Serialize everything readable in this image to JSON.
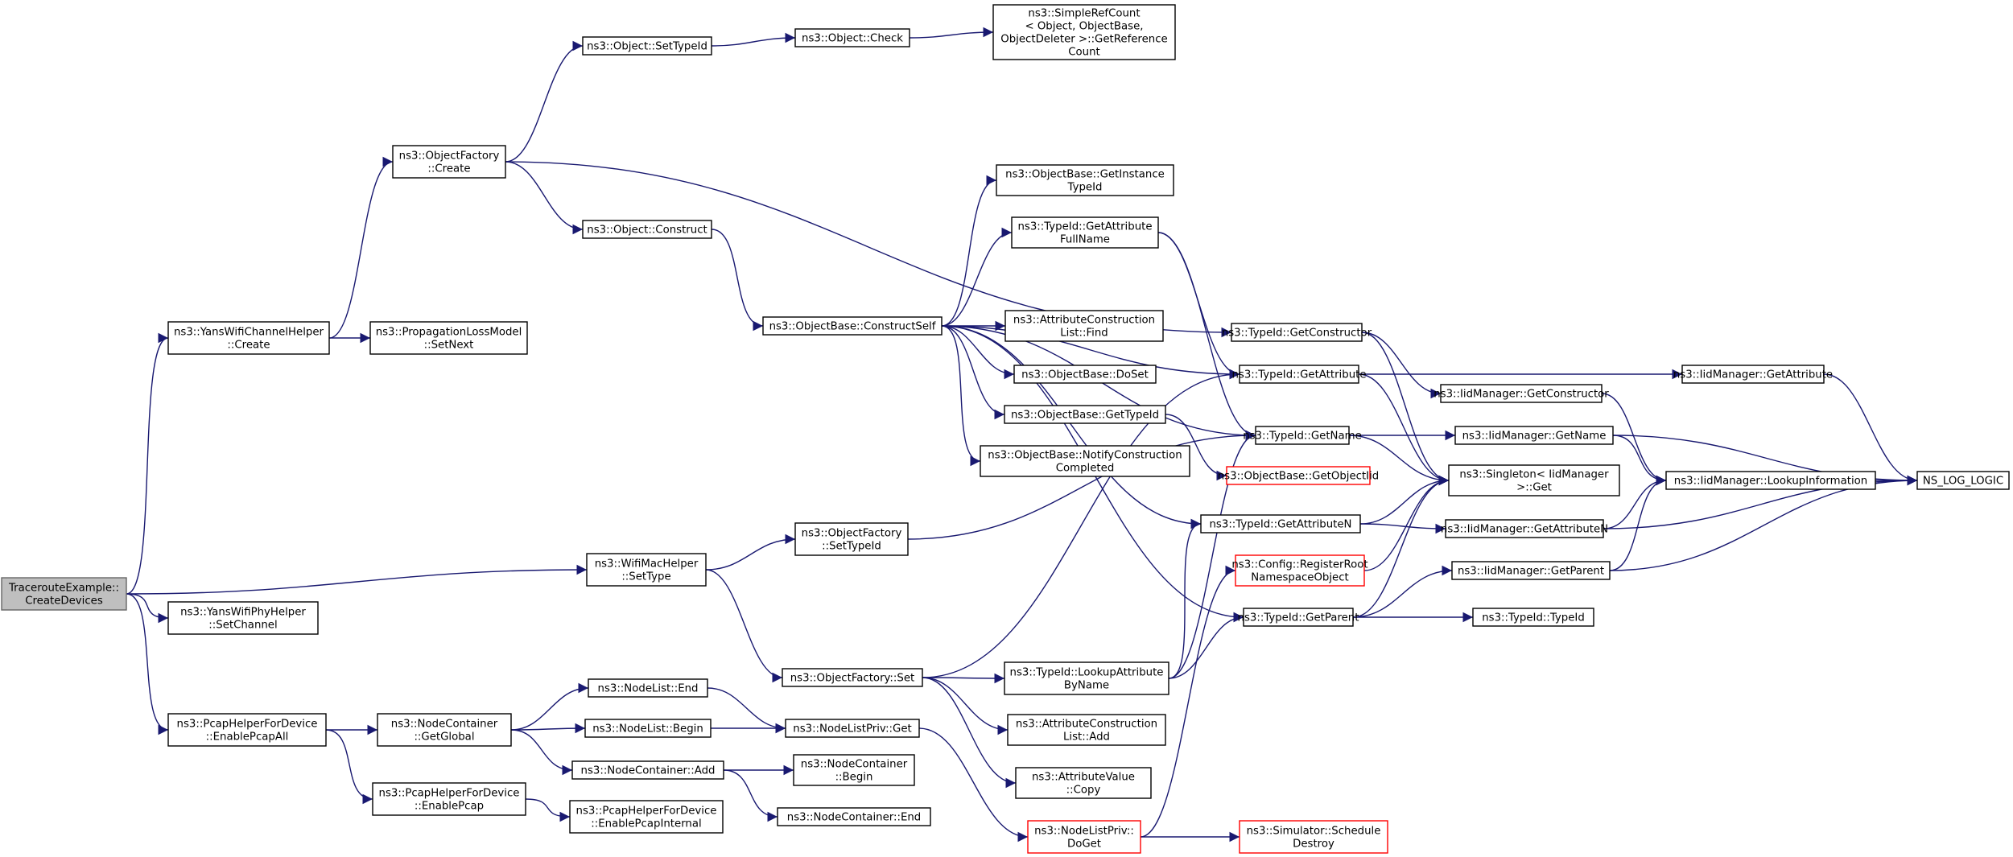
{
  "colors": {
    "edge": "#191970",
    "root_fill": "#bfbfbf",
    "red_border": "#ff0000"
  },
  "nodes": [
    {
      "id": "root",
      "lines": [
        "TracerouteExample::",
        "CreateDevices"
      ],
      "style": "root"
    },
    {
      "id": "yanschan_create",
      "lines": [
        "ns3::YansWifiChannelHelper",
        "::Create"
      ]
    },
    {
      "id": "prop_setnext",
      "lines": [
        "ns3::PropagationLossModel",
        "::SetNext"
      ]
    },
    {
      "id": "objfactory_create",
      "lines": [
        "ns3::ObjectFactory",
        "::Create"
      ]
    },
    {
      "id": "object_settypeid",
      "lines": [
        "ns3::Object::SetTypeId"
      ]
    },
    {
      "id": "object_check",
      "lines": [
        "ns3::Object::Check"
      ]
    },
    {
      "id": "simplerefcount",
      "lines": [
        "ns3::SimpleRefCount",
        "< Object, ObjectBase,",
        "ObjectDeleter >::GetReference",
        "Count"
      ]
    },
    {
      "id": "object_construct",
      "lines": [
        "ns3::Object::Construct"
      ]
    },
    {
      "id": "objbase_constructself",
      "lines": [
        "ns3::ObjectBase::ConstructSelf"
      ]
    },
    {
      "id": "objbase_getinstancetypeid",
      "lines": [
        "ns3::ObjectBase::GetInstance",
        "TypeId"
      ]
    },
    {
      "id": "typeid_getattrfullname",
      "lines": [
        "ns3::TypeId::GetAttribute",
        "FullName"
      ]
    },
    {
      "id": "attrconstr_find",
      "lines": [
        "ns3::AttributeConstruction",
        "List::Find"
      ]
    },
    {
      "id": "objbase_doset",
      "lines": [
        "ns3::ObjectBase::DoSet"
      ]
    },
    {
      "id": "objbase_gettypeid",
      "lines": [
        "ns3::ObjectBase::GetTypeId"
      ]
    },
    {
      "id": "objbase_notify",
      "lines": [
        "ns3::ObjectBase::NotifyConstruction",
        "Completed"
      ]
    },
    {
      "id": "typeid_getconstructor",
      "lines": [
        "ns3::TypeId::GetConstructor"
      ]
    },
    {
      "id": "typeid_getattribute",
      "lines": [
        "ns3::TypeId::GetAttribute"
      ]
    },
    {
      "id": "typeid_getname",
      "lines": [
        "ns3::TypeId::GetName"
      ]
    },
    {
      "id": "objbase_getobjectiid",
      "lines": [
        "ns3::ObjectBase::GetObjectIid"
      ],
      "style": "red"
    },
    {
      "id": "typeid_getattributen",
      "lines": [
        "ns3::TypeId::GetAttributeN"
      ]
    },
    {
      "id": "config_registerroot",
      "lines": [
        "ns3::Config::RegisterRoot",
        "NamespaceObject"
      ],
      "style": "red"
    },
    {
      "id": "typeid_getparent",
      "lines": [
        "ns3::TypeId::GetParent"
      ]
    },
    {
      "id": "iid_getconstructor",
      "lines": [
        "ns3::IidManager::GetConstructor"
      ]
    },
    {
      "id": "iid_getattribute",
      "lines": [
        "ns3::IidManager::GetAttribute"
      ]
    },
    {
      "id": "iid_getname",
      "lines": [
        "ns3::IidManager::GetName"
      ]
    },
    {
      "id": "singleton_get",
      "lines": [
        "ns3::Singleton< IidManager",
        ">::Get"
      ]
    },
    {
      "id": "iid_getattributen",
      "lines": [
        "ns3::IidManager::GetAttributeN"
      ]
    },
    {
      "id": "iid_getparent",
      "lines": [
        "ns3::IidManager::GetParent"
      ]
    },
    {
      "id": "typeid_typeid",
      "lines": [
        "ns3::TypeId::TypeId"
      ]
    },
    {
      "id": "iid_lookupinfo",
      "lines": [
        "ns3::IidManager::LookupInformation"
      ]
    },
    {
      "id": "ns_log_logic",
      "lines": [
        "NS_LOG_LOGIC"
      ]
    },
    {
      "id": "wifimac_settype",
      "lines": [
        "ns3::WifiMacHelper",
        "::SetType"
      ]
    },
    {
      "id": "objfactory_settypeid",
      "lines": [
        "ns3::ObjectFactory",
        "::SetTypeId"
      ]
    },
    {
      "id": "yansphy_setchannel",
      "lines": [
        "ns3::YansWifiPhyHelper",
        "::SetChannel"
      ]
    },
    {
      "id": "objfactory_set",
      "lines": [
        "ns3::ObjectFactory::Set"
      ]
    },
    {
      "id": "typeid_lookupattrbyname",
      "lines": [
        "ns3::TypeId::LookupAttribute",
        "ByName"
      ]
    },
    {
      "id": "attrconstr_add",
      "lines": [
        "ns3::AttributeConstruction",
        "List::Add"
      ]
    },
    {
      "id": "attrvalue_copy",
      "lines": [
        "ns3::AttributeValue",
        "::Copy"
      ]
    },
    {
      "id": "pcap_enableall",
      "lines": [
        "ns3::PcapHelperForDevice",
        "::EnablePcapAll"
      ]
    },
    {
      "id": "nodecontainer_getglobal",
      "lines": [
        "ns3::NodeContainer",
        "::GetGlobal"
      ]
    },
    {
      "id": "nodelist_end",
      "lines": [
        "ns3::NodeList::End"
      ]
    },
    {
      "id": "nodelist_begin",
      "lines": [
        "ns3::NodeList::Begin"
      ]
    },
    {
      "id": "nodelistpriv_get",
      "lines": [
        "ns3::NodeListPriv::Get"
      ]
    },
    {
      "id": "nodecontainer_add",
      "lines": [
        "ns3::NodeContainer::Add"
      ]
    },
    {
      "id": "nodecontainer_begin",
      "lines": [
        "ns3::NodeContainer",
        "::Begin"
      ]
    },
    {
      "id": "nodecontainer_end",
      "lines": [
        "ns3::NodeContainer::End"
      ]
    },
    {
      "id": "pcap_enablepcap",
      "lines": [
        "ns3::PcapHelperForDevice",
        "::EnablePcap"
      ]
    },
    {
      "id": "pcap_enableinternal",
      "lines": [
        "ns3::PcapHelperForDevice",
        "::EnablePcapInternal"
      ]
    },
    {
      "id": "nodelistpriv_doget",
      "lines": [
        "ns3::NodeListPriv::",
        "DoGet"
      ],
      "style": "red"
    },
    {
      "id": "simulator_scheduledestroy",
      "lines": [
        "ns3::Simulator::Schedule",
        "Destroy"
      ],
      "style": "red"
    }
  ],
  "edges": [
    [
      "root",
      "yanschan_create"
    ],
    [
      "root",
      "wifimac_settype"
    ],
    [
      "root",
      "yansphy_setchannel"
    ],
    [
      "root",
      "pcap_enableall"
    ],
    [
      "yanschan_create",
      "prop_setnext"
    ],
    [
      "yanschan_create",
      "objfactory_create"
    ],
    [
      "objfactory_create",
      "object_settypeid"
    ],
    [
      "objfactory_create",
      "object_construct"
    ],
    [
      "objfactory_create",
      "typeid_getconstructor"
    ],
    [
      "object_settypeid",
      "object_check"
    ],
    [
      "object_check",
      "simplerefcount"
    ],
    [
      "object_construct",
      "objbase_constructself"
    ],
    [
      "objbase_constructself",
      "objbase_getinstancetypeid"
    ],
    [
      "objbase_constructself",
      "typeid_getattrfullname"
    ],
    [
      "objbase_constructself",
      "attrconstr_find"
    ],
    [
      "objbase_constructself",
      "objbase_doset"
    ],
    [
      "objbase_constructself",
      "objbase_gettypeid"
    ],
    [
      "objbase_constructself",
      "objbase_notify"
    ],
    [
      "objbase_constructself",
      "typeid_getattribute"
    ],
    [
      "objbase_constructself",
      "typeid_getname"
    ],
    [
      "objbase_constructself",
      "typeid_getattributen"
    ],
    [
      "objbase_constructself",
      "typeid_getparent"
    ],
    [
      "typeid_getattrfullname",
      "typeid_getattribute"
    ],
    [
      "typeid_getattrfullname",
      "typeid_getname"
    ],
    [
      "objbase_gettypeid",
      "objbase_getobjectiid"
    ],
    [
      "typeid_getconstructor",
      "iid_getconstructor"
    ],
    [
      "typeid_getconstructor",
      "singleton_get"
    ],
    [
      "typeid_getattribute",
      "iid_getattribute"
    ],
    [
      "typeid_getattribute",
      "singleton_get"
    ],
    [
      "typeid_getname",
      "iid_getname"
    ],
    [
      "typeid_getname",
      "singleton_get"
    ],
    [
      "typeid_getattributen",
      "iid_getattributen"
    ],
    [
      "typeid_getattributen",
      "singleton_get"
    ],
    [
      "typeid_getparent",
      "iid_getparent"
    ],
    [
      "typeid_getparent",
      "typeid_typeid"
    ],
    [
      "typeid_getparent",
      "singleton_get"
    ],
    [
      "config_registerroot",
      "singleton_get"
    ],
    [
      "iid_getconstructor",
      "iid_lookupinfo"
    ],
    [
      "iid_getattribute",
      "ns_log_logic"
    ],
    [
      "iid_getname",
      "iid_lookupinfo"
    ],
    [
      "iid_getname",
      "ns_log_logic"
    ],
    [
      "iid_getattributen",
      "iid_lookupinfo"
    ],
    [
      "iid_getattributen",
      "ns_log_logic"
    ],
    [
      "iid_getparent",
      "iid_lookupinfo"
    ],
    [
      "iid_getparent",
      "ns_log_logic"
    ],
    [
      "iid_lookupinfo",
      "ns_log_logic"
    ],
    [
      "wifimac_settype",
      "objfactory_settypeid"
    ],
    [
      "wifimac_settype",
      "objfactory_set"
    ],
    [
      "objfactory_settypeid",
      "typeid_getname"
    ],
    [
      "objfactory_set",
      "typeid_getattribute"
    ],
    [
      "objfactory_set",
      "typeid_lookupattrbyname"
    ],
    [
      "objfactory_set",
      "attrconstr_add"
    ],
    [
      "objfactory_set",
      "attrvalue_copy"
    ],
    [
      "typeid_lookupattrbyname",
      "typeid_getname"
    ],
    [
      "typeid_lookupattrbyname",
      "typeid_getattributen"
    ],
    [
      "typeid_lookupattrbyname",
      "typeid_getparent"
    ],
    [
      "pcap_enableall",
      "nodecontainer_getglobal"
    ],
    [
      "pcap_enableall",
      "pcap_enablepcap"
    ],
    [
      "nodecontainer_getglobal",
      "nodelist_end"
    ],
    [
      "nodecontainer_getglobal",
      "nodelist_begin"
    ],
    [
      "nodecontainer_getglobal",
      "nodecontainer_add"
    ],
    [
      "nodelist_end",
      "nodelistpriv_get"
    ],
    [
      "nodelist_begin",
      "nodelistpriv_get"
    ],
    [
      "nodelistpriv_get",
      "nodelistpriv_doget"
    ],
    [
      "nodecontainer_add",
      "nodecontainer_begin"
    ],
    [
      "nodecontainer_add",
      "nodecontainer_end"
    ],
    [
      "pcap_enablepcap",
      "pcap_enableinternal"
    ],
    [
      "nodelistpriv_doget",
      "simulator_scheduledestroy"
    ],
    [
      "nodelistpriv_doget",
      "config_registerroot"
    ]
  ]
}
